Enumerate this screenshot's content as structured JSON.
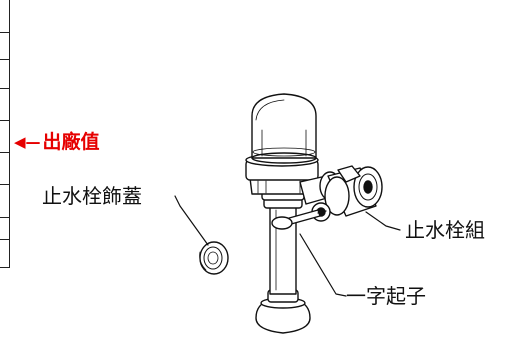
{
  "labels": {
    "factory_setting": "出廠值",
    "stop_valve_cover": "止水栓飾蓋",
    "stop_valve_set": "止水栓組",
    "flat_screwdriver": "一字起子"
  },
  "colors": {
    "highlight": "#e60000",
    "line": "#111111"
  },
  "icons": {
    "factory_pointer": "left-arrow-icon"
  }
}
